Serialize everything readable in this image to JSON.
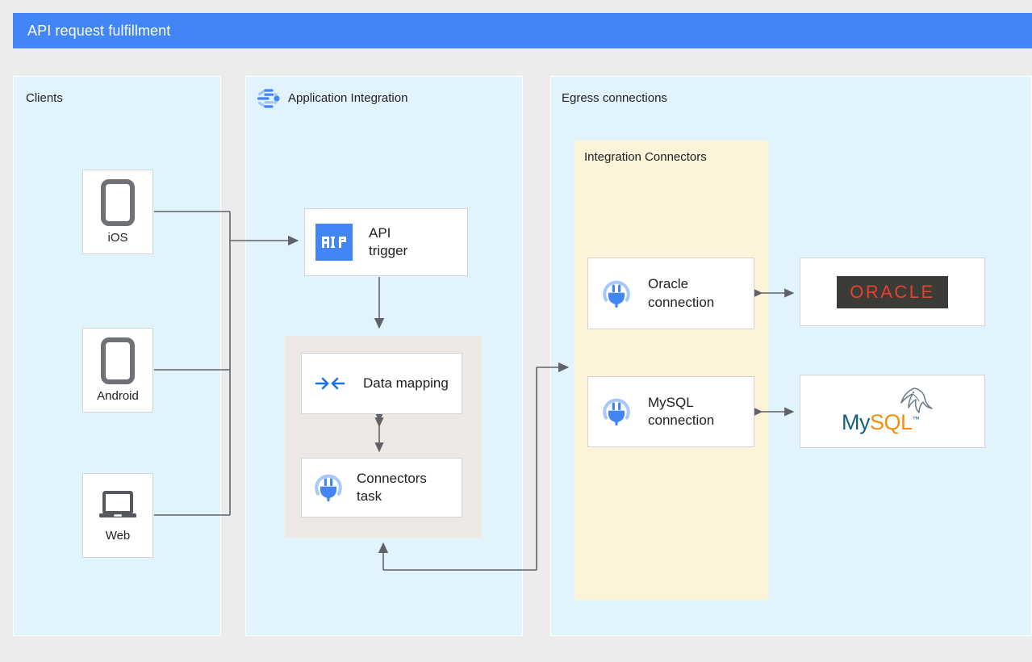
{
  "title": "API request fulfillment",
  "theme": {
    "header_blue": "#4285f4",
    "panel_blue": "#e1f3fd",
    "panel_beige": "#eee8e5",
    "panel_yellow": "#fdf3d9",
    "page_bg": "#ececec",
    "wire_gray": "#5f6368",
    "accent_blue": "#4285f4",
    "oracle_red": "#e8402a",
    "oracle_bg": "#3b3b38",
    "mysql_teal": "#12627b",
    "mysql_orange": "#f29111",
    "device_gray": "#6e7277"
  },
  "panels": {
    "clients": {
      "label": "Clients"
    },
    "application_integration": {
      "label": "Application Integration",
      "icon": "application-integration-icon"
    },
    "egress": {
      "label": "Egress connections"
    },
    "integration_connectors": {
      "label": "Integration Connectors"
    },
    "tasks_group": {
      "label": ""
    }
  },
  "clients": [
    {
      "label": "iOS",
      "icon": "phone-icon"
    },
    {
      "label": "Android",
      "icon": "phone-icon"
    },
    {
      "label": "Web",
      "icon": "laptop-icon"
    }
  ],
  "integration_nodes": [
    {
      "label": "API\ntrigger",
      "line1": "API",
      "line2": "trigger",
      "icon": "api-trigger-icon"
    },
    {
      "label": "Data mapping",
      "line1": "Data mapping",
      "line2": "",
      "icon": "data-mapping-icon"
    },
    {
      "label": "Connectors task",
      "line1": "Connectors",
      "line2": "task",
      "icon": "connectors-plug-icon"
    }
  ],
  "connections": [
    {
      "line1": "Oracle",
      "line2": "connection",
      "icon": "connectors-plug-icon"
    },
    {
      "line1": "MySQL",
      "line2": "connection",
      "icon": "connectors-plug-icon"
    }
  ],
  "databases": [
    {
      "name": "ORACLE",
      "icon": "oracle-logo"
    },
    {
      "name_primary": "My",
      "name_secondary": "SQL",
      "trademark": "™",
      "icon": "mysql-logo"
    }
  ]
}
